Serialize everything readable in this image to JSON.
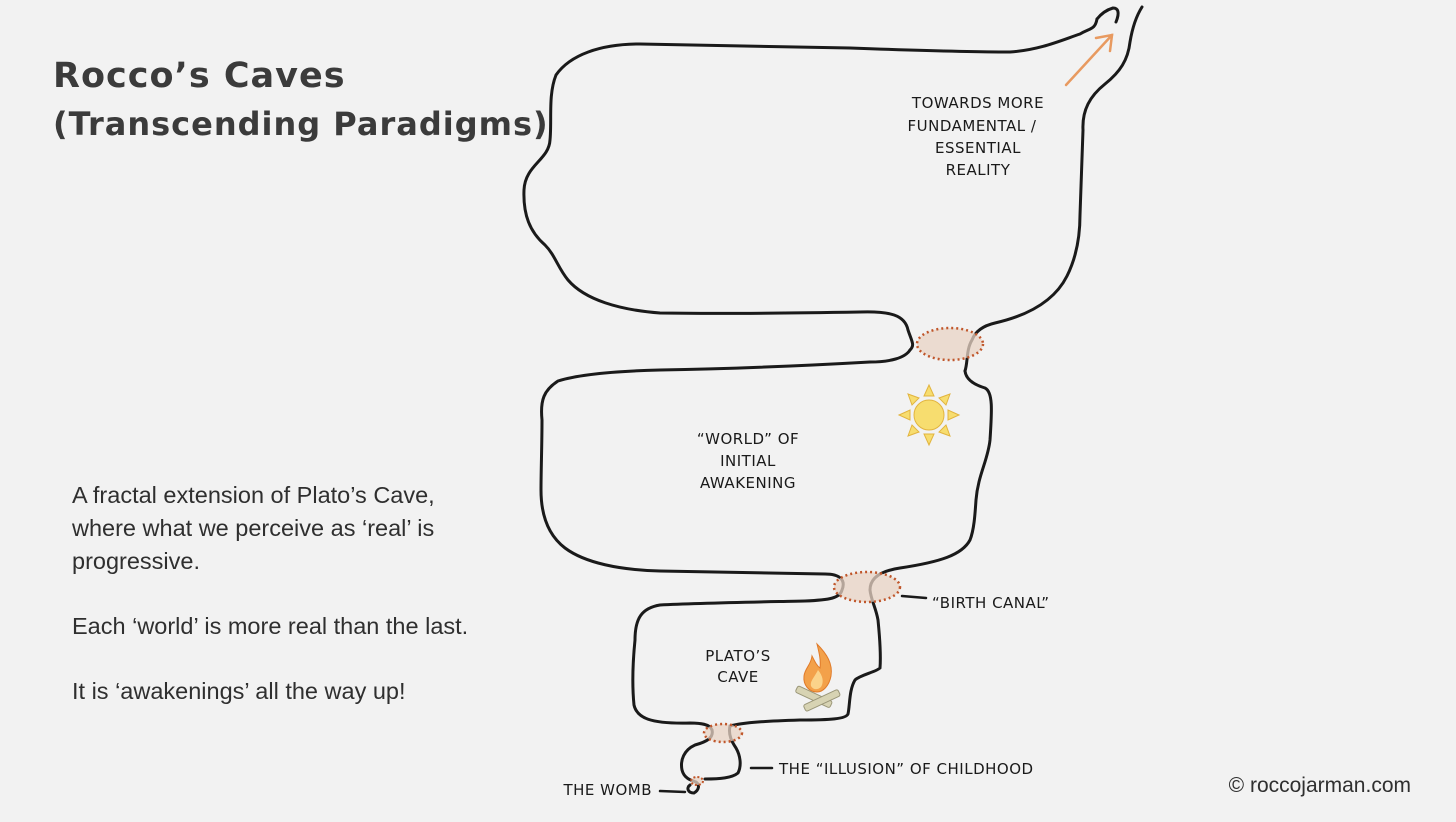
{
  "title": {
    "line1": "Rocco’s Caves",
    "line2": "(Transcending Paradigms)"
  },
  "description": {
    "p1": "A fractal extension of Plato’s Cave, where what we perceive as ‘real’ is progressive.",
    "p2": "Each ‘world’ is more real than the last.",
    "p3": "It is ‘awakenings’ all the way up!"
  },
  "labels": {
    "towards": [
      "TOWARDS MORE",
      "FUNDAMENTAL /",
      "ESSENTIAL",
      "REALITY"
    ],
    "world": [
      "“WORLD” OF",
      "INITIAL",
      "AWAKENING"
    ],
    "plato": [
      "PLATO’S",
      "CAVE"
    ],
    "birth_canal": "“BIRTH CANAL”",
    "childhood": "THE “ILLUSION” OF CHILDHOOD",
    "womb": "THE WOMB"
  },
  "icons": [
    "sun-icon",
    "campfire-icon",
    "arrow-up-icon"
  ],
  "colors": {
    "outline": "#1a1a1a",
    "passage_fill": "#e8d3c4",
    "passage_stroke": "#c0562a",
    "arrow": "#e89a60",
    "sun": "#f7dd6f",
    "flame": "#f3a14a"
  },
  "copyright": "© roccojarman.com"
}
